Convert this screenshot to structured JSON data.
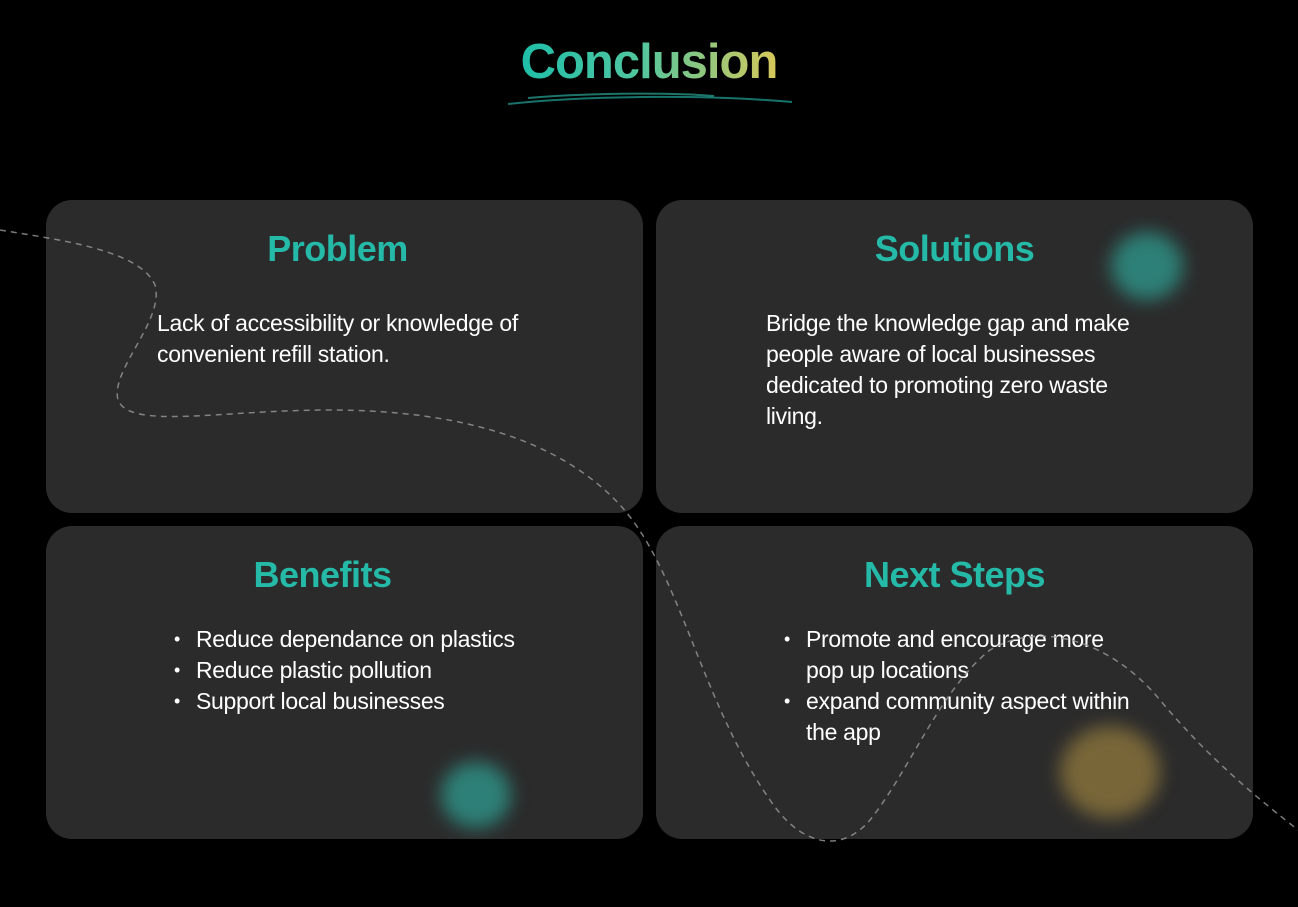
{
  "page": {
    "title": "Conclusion",
    "accent_color": "#25b9a7",
    "title_gradient": [
      "#1fbfa9",
      "#d7c85a"
    ],
    "card_background": "#2b2b2b"
  },
  "cards": {
    "problem": {
      "heading": "Problem",
      "lines": [
        "Lack of accessibility or knowledge of",
        "convenient refill station."
      ]
    },
    "solutions": {
      "heading": "Solutions",
      "lines": [
        "Bridge the knowledge gap and make",
        "people aware of local businesses",
        "dedicated to promoting zero waste",
        "living."
      ]
    },
    "benefits": {
      "heading": "Benefits",
      "items": [
        "Reduce dependance on plastics",
        "Reduce plastic pollution",
        "Support local businesses"
      ]
    },
    "next_steps": {
      "heading": "Next Steps",
      "items": [
        [
          "Promote and encourage more",
          "pop up locations"
        ],
        [
          "expand community aspect within",
          "the app"
        ]
      ]
    }
  }
}
